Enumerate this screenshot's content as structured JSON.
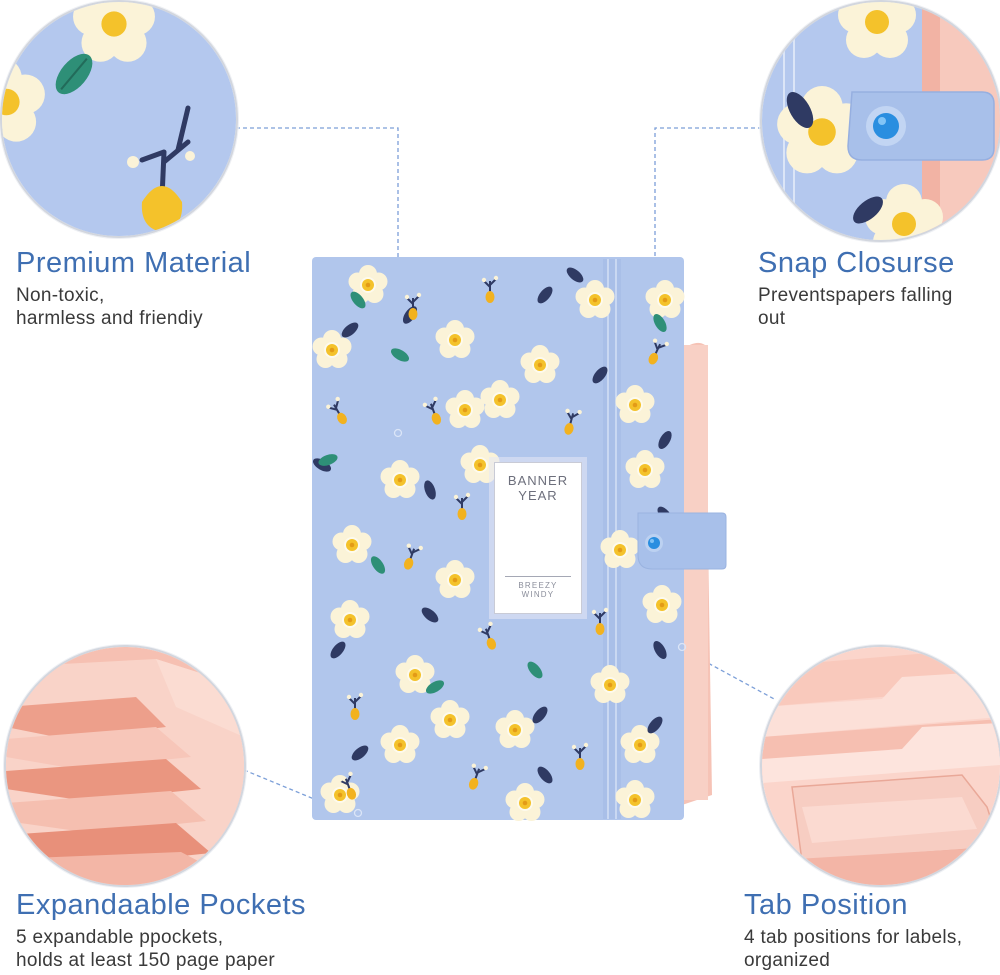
{
  "features": {
    "premium_material": {
      "title": "Premium Material",
      "lines": [
        "Non-toxic,",
        "harmless and friendiy"
      ]
    },
    "snap_closure": {
      "title": "Snap Closurse",
      "lines": [
        "Preventspapers falling",
        "out"
      ]
    },
    "expandable_pockets": {
      "title": "Expandaable Pockets",
      "lines": [
        "5 expandable ppockets,",
        "holds at least 150 page paper"
      ]
    },
    "tab_position": {
      "title": "Tab Position",
      "lines": [
        "4 tab positions for labels,",
        "organized"
      ]
    }
  },
  "folder_label": {
    "top_lines": [
      "BANNER",
      "YEAR"
    ],
    "bottom_lines": [
      "BREEZY",
      "WINDY"
    ]
  },
  "colors": {
    "heading": "#3f6fb2",
    "body_text": "#3a3a3a",
    "folder_blue": "#b1c6ec",
    "pocket_pink": "#f6c3b6",
    "snap_button": "#2a8ee0",
    "leader_line": "#7c9fd8"
  }
}
